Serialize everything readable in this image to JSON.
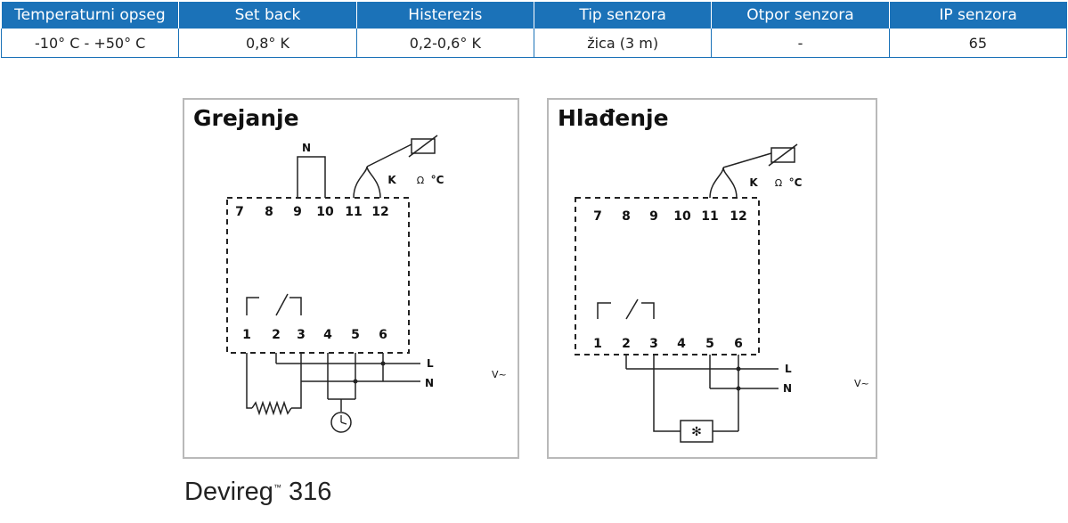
{
  "specs": {
    "headers": [
      "Temperaturni opseg",
      "Set back",
      "Histerezis",
      "Tip senzora",
      "Otpor senzora",
      "IP senzora"
    ],
    "values": [
      "-10° C - +50° C",
      "0,8° K",
      "0,2-0,6° K",
      "žica (3 m)",
      "-",
      "65"
    ]
  },
  "heating": {
    "title": "Grejanje",
    "top_terminals": [
      "7",
      "8",
      "9",
      "10",
      "11",
      "12"
    ],
    "bottom_terminals": [
      "1",
      "2",
      "3",
      "4",
      "5",
      "6"
    ],
    "n_label": "N",
    "line_L": "L",
    "line_N": "N",
    "supply": "V~",
    "sensor_marks": [
      "K",
      "Ω",
      "°C"
    ]
  },
  "cooling": {
    "title": "Hlađenje",
    "top_terminals": [
      "7",
      "8",
      "9",
      "10",
      "11",
      "12"
    ],
    "bottom_terminals": [
      "1",
      "2",
      "3",
      "4",
      "5",
      "6"
    ],
    "line_L": "L",
    "line_N": "N",
    "supply": "V~",
    "sensor_marks": [
      "K",
      "Ω",
      "°C"
    ],
    "fan_icon": "snowflake-icon"
  },
  "product": {
    "name": "Devireg",
    "trademark": "™",
    "model": "316"
  }
}
